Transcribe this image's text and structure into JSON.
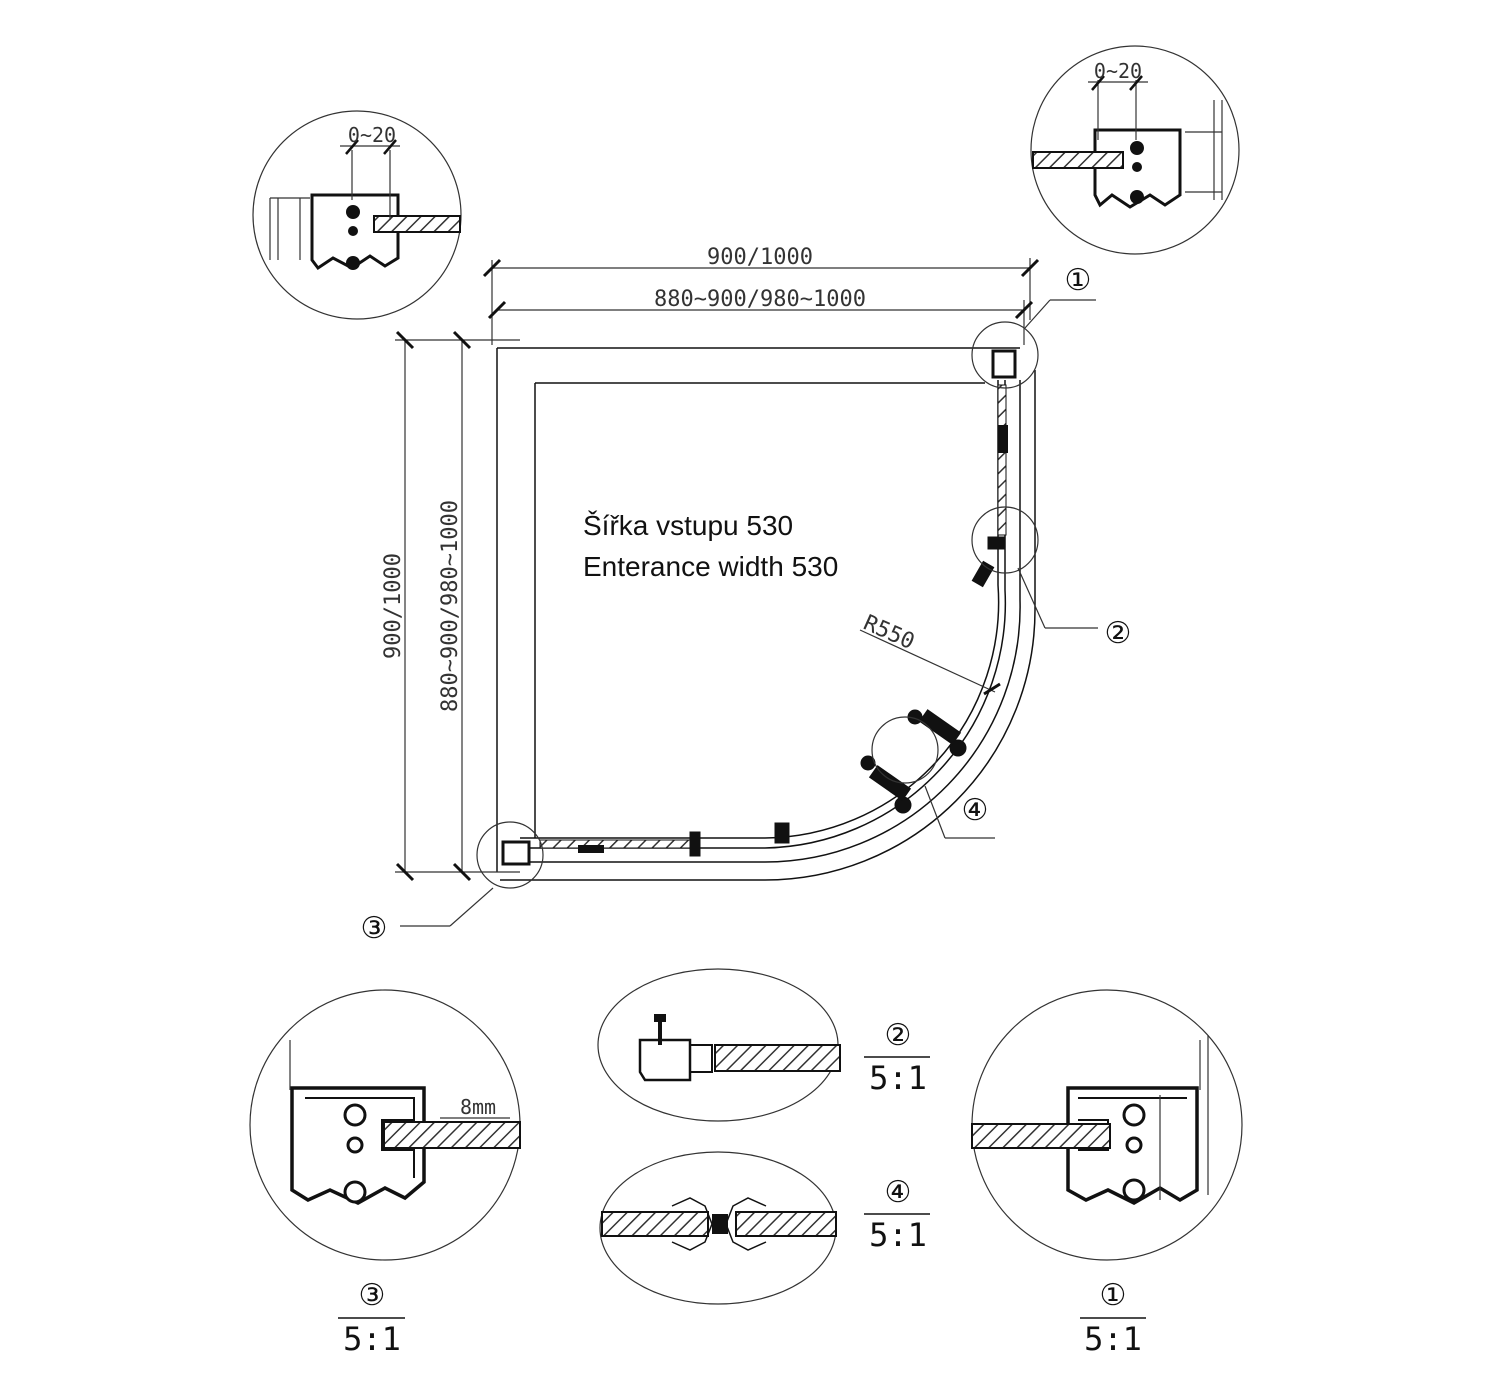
{
  "dimensions": {
    "top_outer": "900/1000",
    "top_inner": "880~900/980~1000",
    "left_outer": "900/1000",
    "left_inner": "880~900/980~1000",
    "radius": "R550",
    "glass_thickness": "8mm",
    "adjust_top_left": "0~20",
    "adjust_top_right": "0~20"
  },
  "entrance_note": {
    "line1": "Šířka vstupu 530",
    "line2": "Enterance width 530"
  },
  "callouts": {
    "c1": "①",
    "c2": "②",
    "c3": "③",
    "c4": "④"
  },
  "details": [
    {
      "marker": "③",
      "scale": "5:1"
    },
    {
      "marker": "②",
      "scale": "5:1"
    },
    {
      "marker": "④",
      "scale": "5:1"
    },
    {
      "marker": "①",
      "scale": "5:1"
    }
  ]
}
